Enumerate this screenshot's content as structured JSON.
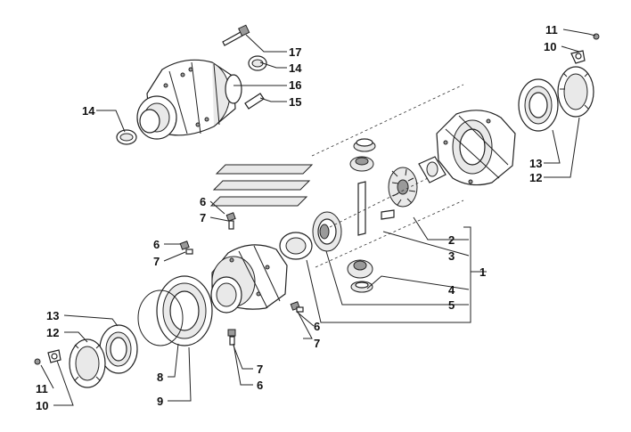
{
  "diagram": {
    "type": "exploded-parts-view",
    "callouts": [
      {
        "id": "c17",
        "text": "17"
      },
      {
        "id": "c14a",
        "text": "14"
      },
      {
        "id": "c16",
        "text": "16"
      },
      {
        "id": "c15",
        "text": "15"
      },
      {
        "id": "c14b",
        "text": "14"
      },
      {
        "id": "c11a",
        "text": "11"
      },
      {
        "id": "c10a",
        "text": "10"
      },
      {
        "id": "c13a",
        "text": "13"
      },
      {
        "id": "c12a",
        "text": "12"
      },
      {
        "id": "c6a",
        "text": "6"
      },
      {
        "id": "c7a",
        "text": "7"
      },
      {
        "id": "c6b",
        "text": "6"
      },
      {
        "id": "c7b",
        "text": "7"
      },
      {
        "id": "c2",
        "text": "2"
      },
      {
        "id": "c3",
        "text": "3"
      },
      {
        "id": "c1",
        "text": "1"
      },
      {
        "id": "c4",
        "text": "4"
      },
      {
        "id": "c5",
        "text": "5"
      },
      {
        "id": "c6c",
        "text": "6"
      },
      {
        "id": "c7c",
        "text": "7"
      },
      {
        "id": "c13b",
        "text": "13"
      },
      {
        "id": "c12b",
        "text": "12"
      },
      {
        "id": "c8",
        "text": "8"
      },
      {
        "id": "c9",
        "text": "9"
      },
      {
        "id": "c7d",
        "text": "7"
      },
      {
        "id": "c6d",
        "text": "6"
      },
      {
        "id": "c11b",
        "text": "11"
      },
      {
        "id": "c10b",
        "text": "10"
      }
    ]
  }
}
